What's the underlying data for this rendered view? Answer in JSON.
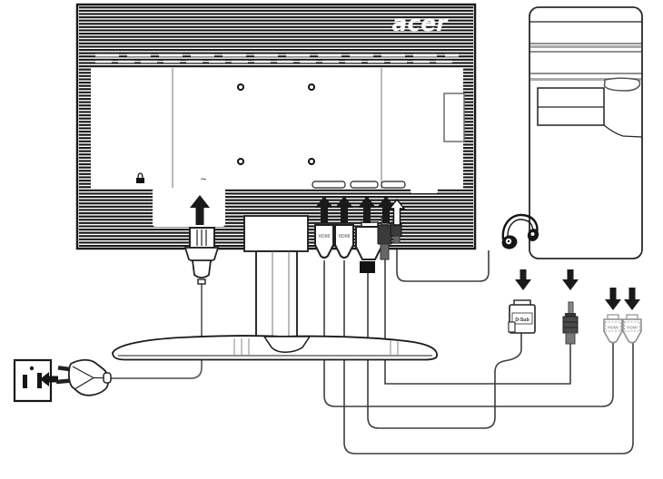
{
  "logo": {
    "text": "acer"
  },
  "monitor": {
    "port_labels": {
      "hdmi_1": "HDMI",
      "hdmi_2": "HDMI"
    },
    "ac_symbol": "~"
  },
  "cable_connectors": {
    "dsub_label": "D-Sub",
    "hdmi_a_label": "HDMI",
    "hdmi_b_label": "HDMI"
  },
  "icons": {
    "headphones": "headphones-icon",
    "power_outlet": "power-outlet-icon",
    "power_plug": "power-plug-icon",
    "kensington_lock": "kensington-lock-icon",
    "up_arrow": "up-arrow-icon",
    "down_arrow": "down-arrow-icon",
    "left_arrow": "left-arrow-icon",
    "screw_hole": "vesa-screw-hole"
  },
  "colors": {
    "ink": "#1a1a1a",
    "stripe": "#161616",
    "gray_band": "#a8a8a8",
    "cable": "#3f3f3f",
    "faded": "#9a9a9a"
  }
}
